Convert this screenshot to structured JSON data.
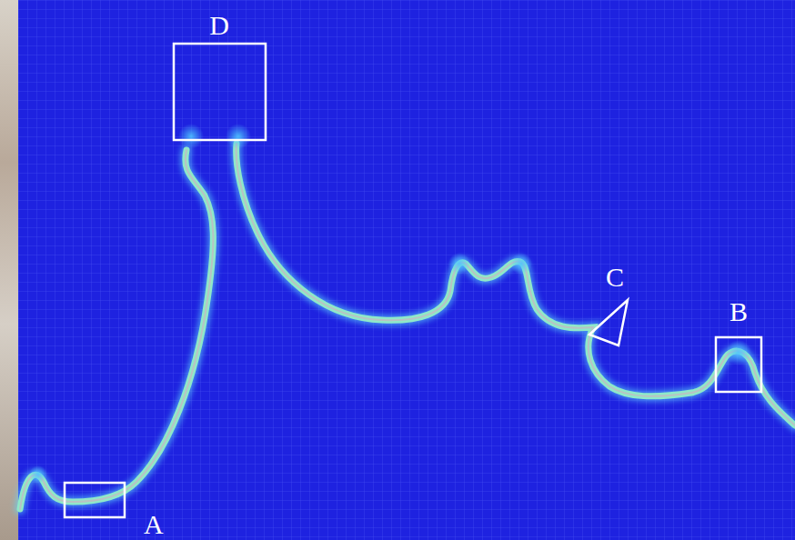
{
  "diagram": {
    "nodes": [
      {
        "text": [
          "D"
        ]
      },
      {
        "text": [
          "C"
        ]
      },
      {
        "text": [
          "B"
        ]
      },
      {
        "text": [
          "A"
        ]
      }
    ]
  }
}
